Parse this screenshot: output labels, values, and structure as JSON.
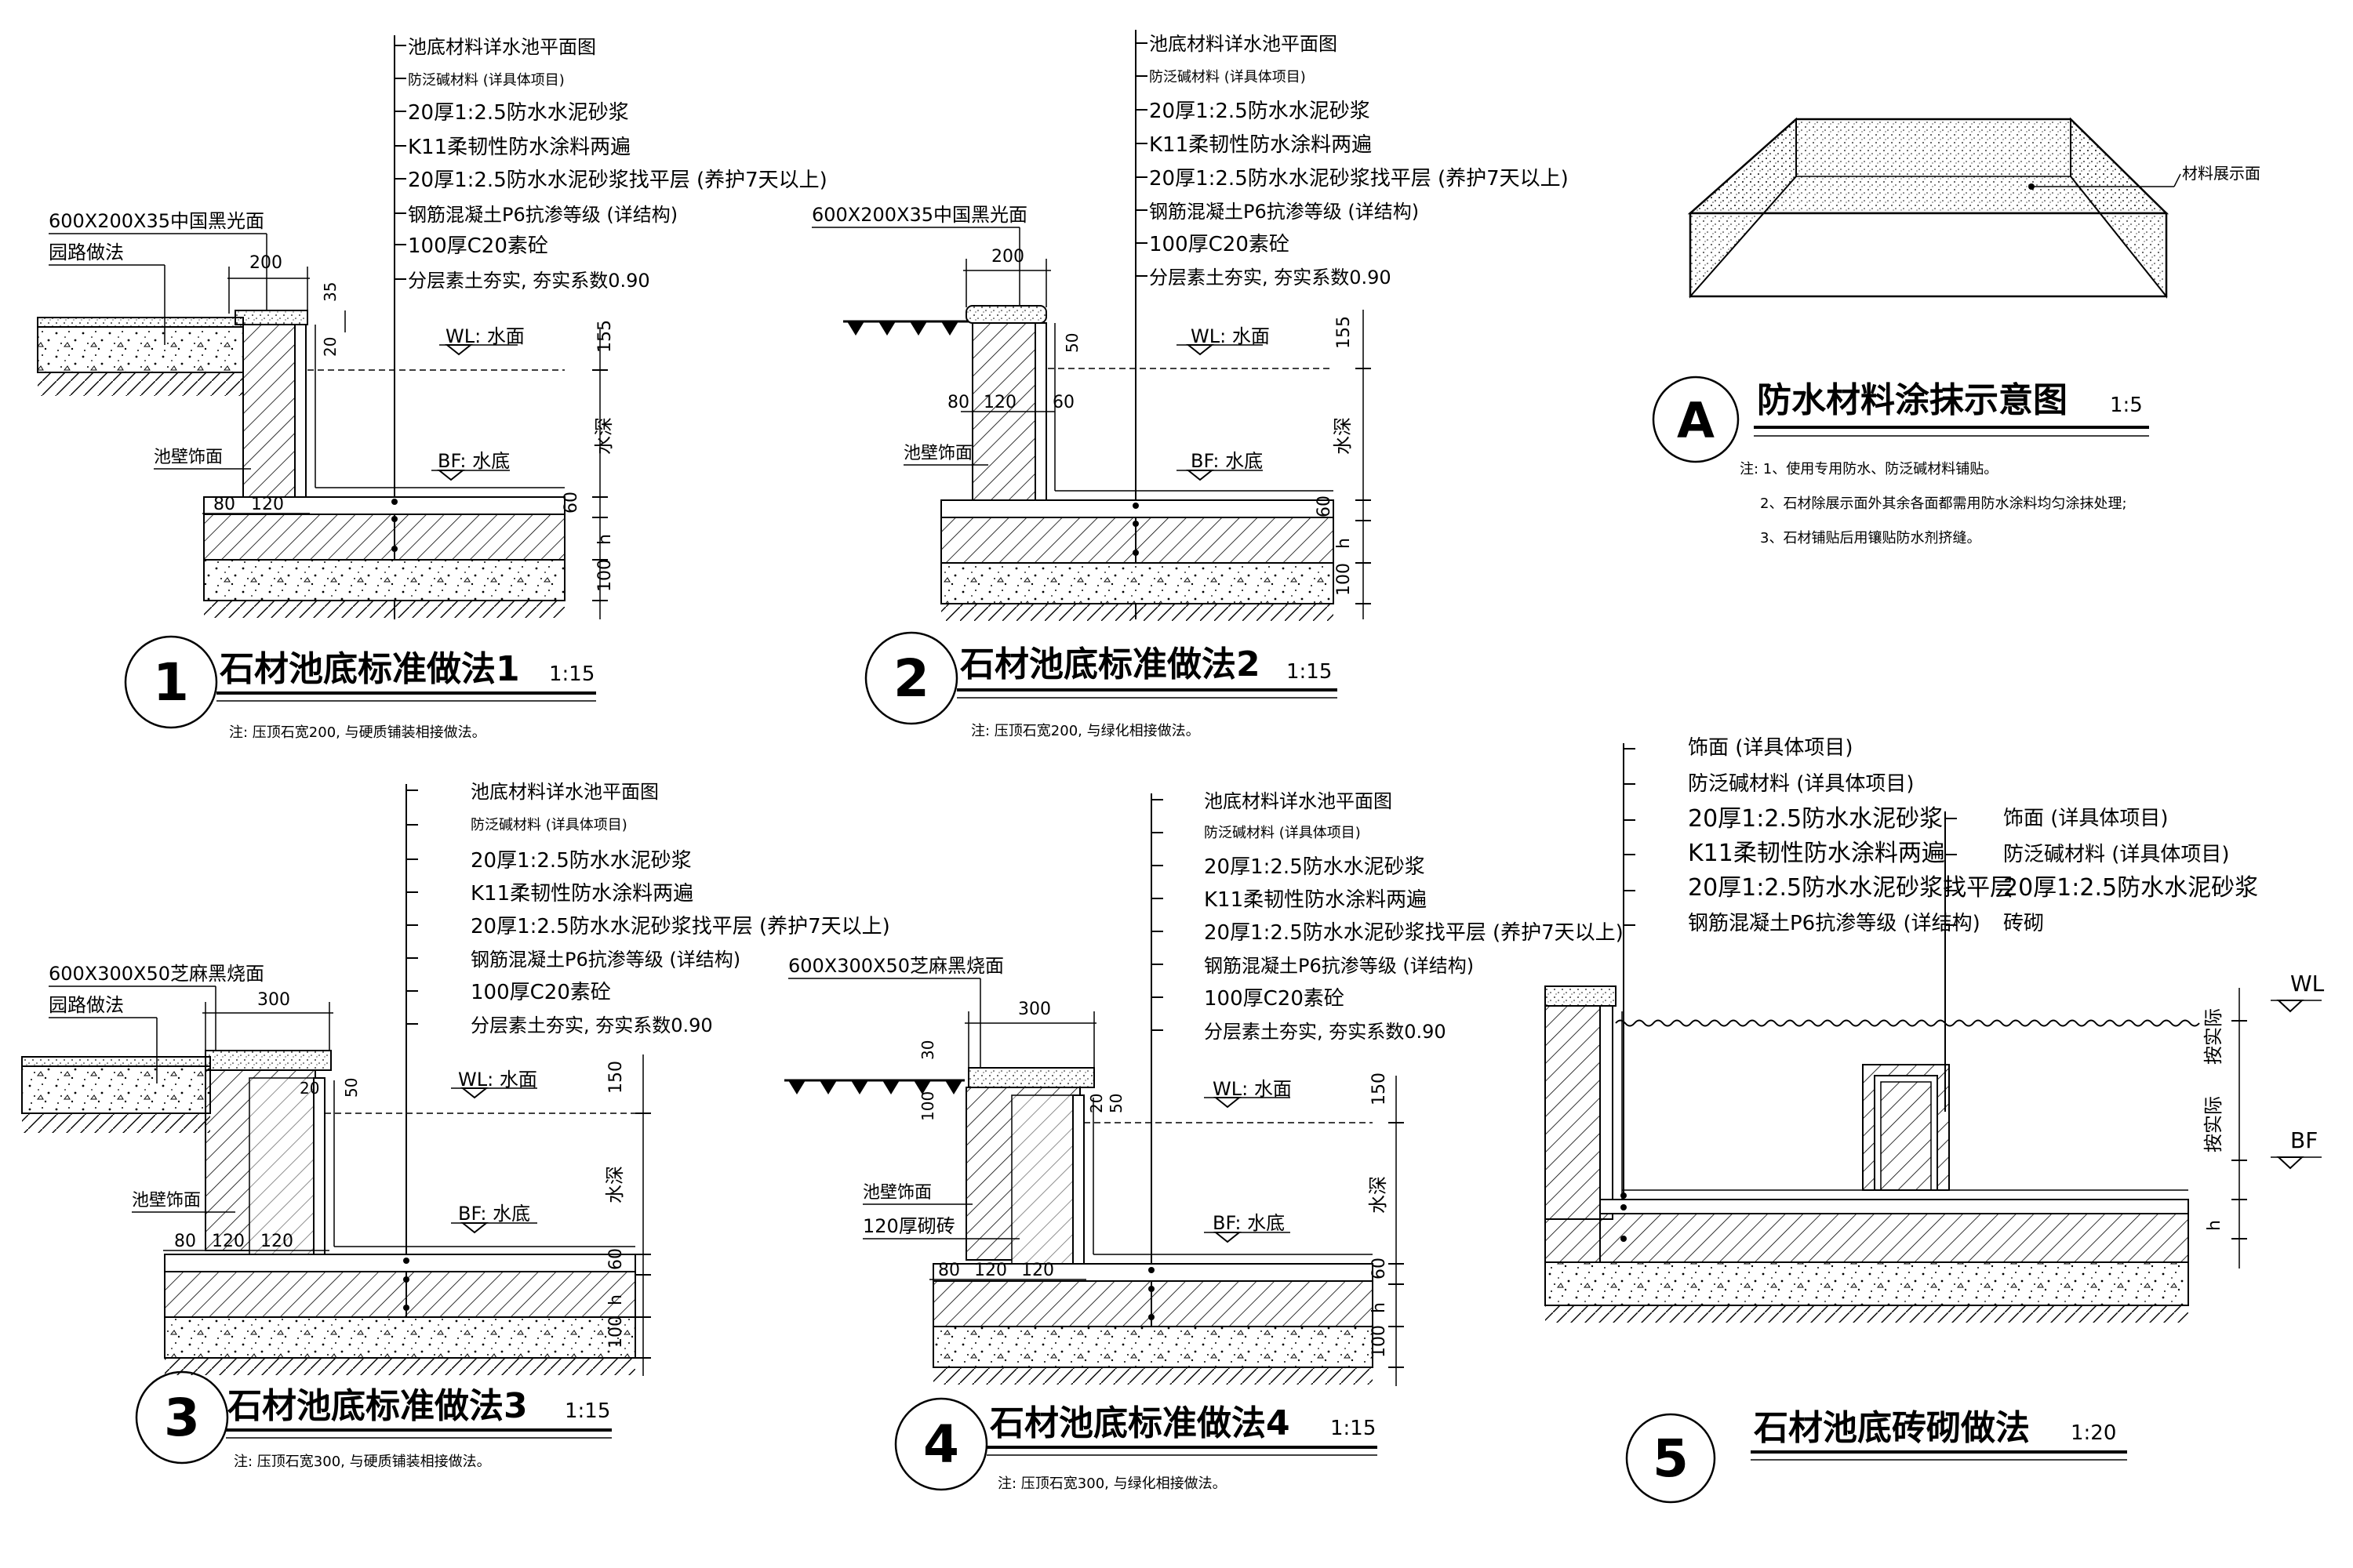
{
  "detail1": {
    "leaders": [
      "池底材料详水池平面图",
      "防泛碱材料 (详具体项目)",
      "20厚1:2.5防水水泥砂浆",
      "K11柔韧性防水涂料两遍",
      "20厚1:2.5防水水泥砂浆找平层 (养护7天以上)",
      "钢筋混凝土P6抗渗等级 (详结构)",
      "100厚C20素砼",
      "分层素土夯实, 夯实系数0.90"
    ],
    "coping": "600X200X35中国黑光面",
    "paving": "园路做法",
    "wall_finish": "池壁饰面",
    "wl": "WL: 水面",
    "bf": "BF: 水底",
    "dims": {
      "w200": "200",
      "t35": "35",
      "t20": "20",
      "w80": "80",
      "w120": "120",
      "h155": "155",
      "depth": "水深",
      "h60": "60",
      "h": "h",
      "h100": "100"
    },
    "num": "1",
    "title": "石材池底标准做法1",
    "scale": "1:15",
    "note": "注: 压顶石宽200, 与硬质铺装相接做法。"
  },
  "detail2": {
    "leaders": [
      "池底材料详水池平面图",
      "防泛碱材料 (详具体项目)",
      "20厚1:2.5防水水泥砂浆",
      "K11柔韧性防水涂料两遍",
      "20厚1:2.5防水水泥砂浆找平层 (养护7天以上)",
      "钢筋混凝土P6抗渗等级 (详结构)",
      "100厚C20素砼",
      "分层素土夯实, 夯实系数0.90"
    ],
    "coping": "600X200X35中国黑光面",
    "wall_finish": "池壁饰面",
    "wl": "WL: 水面",
    "bf": "BF: 水底",
    "dims": {
      "w200": "200",
      "t50": "50",
      "w80": "80",
      "w120": "120",
      "w60": "60",
      "h155": "155",
      "depth": "水深",
      "h60": "60",
      "h": "h",
      "h100": "100"
    },
    "num": "2",
    "title": "石材池底标准做法2",
    "scale": "1:15",
    "note": "注: 压顶石宽200, 与绿化相接做法。"
  },
  "detailA": {
    "material": "材料展示面",
    "num": "A",
    "title": "防水材料涂抹示意图",
    "scale": "1:5",
    "notes": [
      "注: 1、使用专用防水、防泛碱材料铺贴。",
      "2、石材除展示面外其余各面都需用防水涂料均匀涂抹处理;",
      "3、石材铺贴后用镶贴防水剂挤缝。"
    ]
  },
  "detail3": {
    "leaders": [
      "池底材料详水池平面图",
      "防泛碱材料 (详具体项目)",
      "20厚1:2.5防水水泥砂浆",
      "K11柔韧性防水涂料两遍",
      "20厚1:2.5防水水泥砂浆找平层 (养护7天以上)",
      "钢筋混凝土P6抗渗等级 (详结构)",
      "100厚C20素砼",
      "分层素土夯实, 夯实系数0.90"
    ],
    "coping": "600X300X50芝麻黑烧面",
    "paving": "园路做法",
    "wall_finish": "池壁饰面",
    "wl": "WL: 水面",
    "bf": "BF: 水底",
    "dims": {
      "w300": "300",
      "t20": "20",
      "t50": "50",
      "w80": "80",
      "w120a": "120",
      "w120b": "120",
      "h150": "150",
      "depth": "水深",
      "h60": "60",
      "h": "h",
      "h100": "100"
    },
    "num": "3",
    "title": "石材池底标准做法3",
    "scale": "1:15",
    "note": "注: 压顶石宽300, 与硬质铺装相接做法。"
  },
  "detail4": {
    "leaders": [
      "池底材料详水池平面图",
      "防泛碱材料 (详具体项目)",
      "20厚1:2.5防水水泥砂浆",
      "K11柔韧性防水涂料两遍",
      "20厚1:2.5防水水泥砂浆找平层 (养护7天以上)",
      "钢筋混凝土P6抗渗等级 (详结构)",
      "100厚C20素砼",
      "分层素土夯实, 夯实系数0.90"
    ],
    "coping": "600X300X50芝麻黑烧面",
    "wall_finish": "池壁饰面",
    "brick": "120厚砌砖",
    "wl": "WL: 水面",
    "bf": "BF: 水底",
    "dims": {
      "w300": "300",
      "t30": "30",
      "t100": "100",
      "t20": "20",
      "t50": "50",
      "w80": "80",
      "w120a": "120",
      "w120b": "120",
      "h150": "150",
      "depth": "水深",
      "h60": "60",
      "h": "h",
      "h100": "100"
    },
    "num": "4",
    "title": "石材池底标准做法4",
    "scale": "1:15",
    "note": "注: 压顶石宽300, 与绿化相接做法。"
  },
  "detail5": {
    "leaders_left": [
      "饰面 (详具体项目)",
      "防泛碱材料 (详具体项目)",
      "20厚1:2.5防水水泥砂浆",
      "K11柔韧性防水涂料两遍",
      "20厚1:2.5防水水泥砂浆找平层",
      "钢筋混凝土P6抗渗等级 (详结构)"
    ],
    "leaders_right": [
      "饰面 (详具体项目)",
      "防泛碱材料 (详具体项目)",
      "20厚1:2.5防水水泥砂浆",
      "砖砌"
    ],
    "wl": "WL",
    "bf": "BF",
    "dim_actual1": "按实际",
    "dim_actual2": "按实际",
    "dim_h": "h",
    "num": "5",
    "title": "石材池底砖砌做法",
    "scale": "1:20"
  }
}
